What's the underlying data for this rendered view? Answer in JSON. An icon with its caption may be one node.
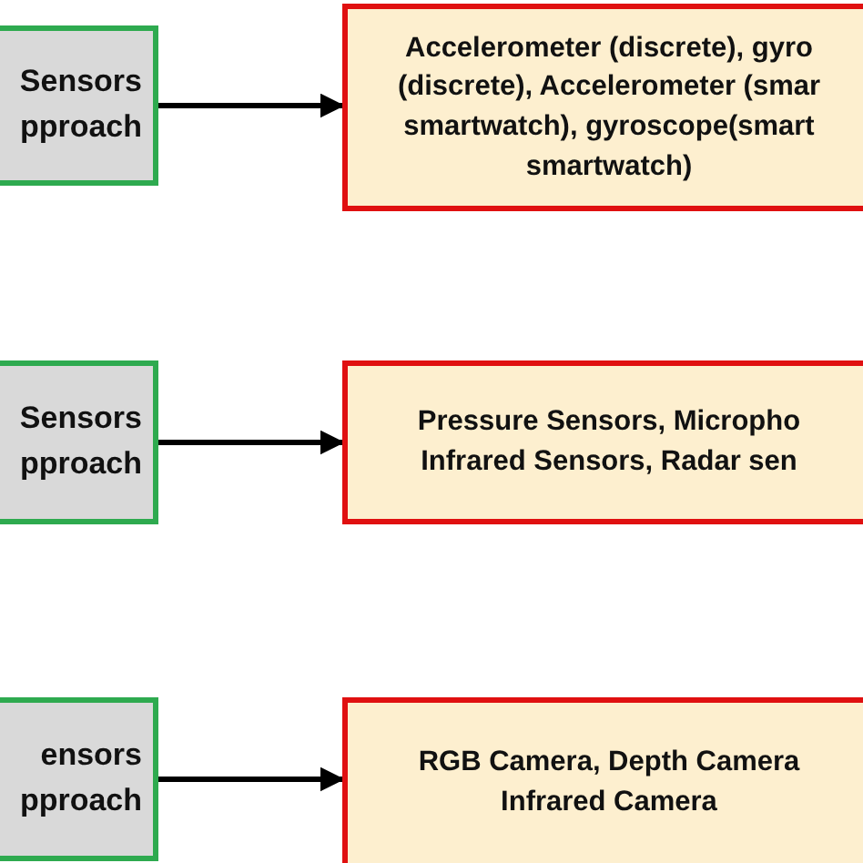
{
  "diagram": {
    "nodes": [
      {
        "text": [
          "Sensors pproach"
        ]
      },
      {
        "text": [
          "Accelerometer (discrete), gyro (discrete), Accelerometer (smar smartwatch), gyroscope(smart smartwatch)"
        ]
      },
      {
        "text": [
          "Sensors pproach"
        ]
      },
      {
        "text": [
          "Pressure Sensors, Micropho Infrared Sensors, Radar sen"
        ]
      },
      {
        "text": [
          "ensors pproach"
        ]
      },
      {
        "text": [
          "RGB Camera, Depth Camera Infrared Camera"
        ]
      }
    ],
    "edges": [
      {
        "from": 0,
        "to": 1,
        "arrow": "to"
      },
      {
        "from": 2,
        "to": 3,
        "arrow": "to"
      },
      {
        "from": 4,
        "to": 5,
        "arrow": "to"
      }
    ]
  }
}
